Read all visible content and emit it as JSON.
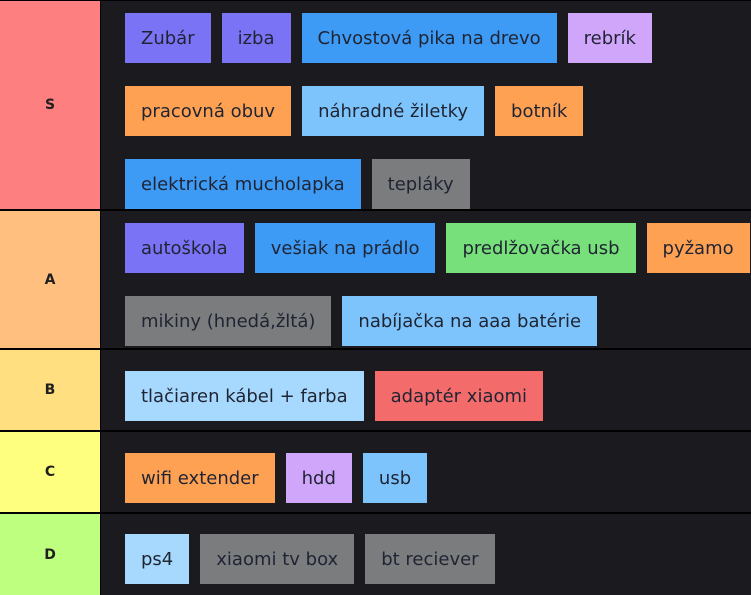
{
  "colors": {
    "purple_blue": "#7b73f5",
    "blue": "#3d9bf5",
    "lavender": "#d0a6fa",
    "orange": "#ffa153",
    "light_blue": "#7ec4fc",
    "gray": "#7b7c7d",
    "green": "#78e07a",
    "red": "#f36b6b",
    "pale_blue": "#a7d8fd"
  },
  "tiers": [
    {
      "label": "S",
      "label_color": "#fd7f7f",
      "rows": [
        [
          {
            "text": "Zubár",
            "color": "#7b73f5"
          },
          {
            "text": "izba",
            "color": "#7b73f5"
          },
          {
            "text": "Chvostová pika na drevo",
            "color": "#3d9bf5"
          },
          {
            "text": "rebrík",
            "color": "#d0a6fa"
          }
        ],
        [
          {
            "text": "pracovná obuv",
            "color": "#ffa153"
          },
          {
            "text": "náhradné žiletky",
            "color": "#7ec4fc"
          },
          {
            "text": "botník",
            "color": "#ffa153"
          }
        ],
        [
          {
            "text": "elektrická mucholapka",
            "color": "#3d9bf5"
          },
          {
            "text": "tepláky",
            "color": "#7b7c7d"
          }
        ]
      ]
    },
    {
      "label": "A",
      "label_color": "#febf7f",
      "rows": [
        [
          {
            "text": "autoškola",
            "color": "#7b73f5"
          },
          {
            "text": "vešiak na prádlo",
            "color": "#3d9bf5"
          },
          {
            "text": "predlžovačka usb",
            "color": "#78e07a"
          },
          {
            "text": "pyžamo",
            "color": "#ffa153"
          }
        ],
        [
          {
            "text": "mikiny (hnedá,žltá)",
            "color": "#7b7c7d"
          },
          {
            "text": "nabíjačka na aaa batérie",
            "color": "#7ec4fc"
          }
        ]
      ]
    },
    {
      "label": "B",
      "label_color": "#ffdf7f",
      "rows": [
        [
          {
            "text": "tlačiaren kábel + farba",
            "color": "#a7d8fd"
          },
          {
            "text": "adaptér xiaomi",
            "color": "#f36b6b"
          }
        ]
      ]
    },
    {
      "label": "C",
      "label_color": "#ffff7f",
      "rows": [
        [
          {
            "text": "wifi extender",
            "color": "#ffa153"
          },
          {
            "text": "hdd",
            "color": "#d0a6fa"
          },
          {
            "text": "usb",
            "color": "#7ec4fc"
          }
        ]
      ]
    },
    {
      "label": "D",
      "label_color": "#bfff7f",
      "rows": [
        [
          {
            "text": "ps4",
            "color": "#a7d8fd"
          },
          {
            "text": "xiaomi tv box",
            "color": "#7b7c7d"
          },
          {
            "text": "bt reciever",
            "color": "#7b7c7d"
          }
        ]
      ]
    }
  ]
}
